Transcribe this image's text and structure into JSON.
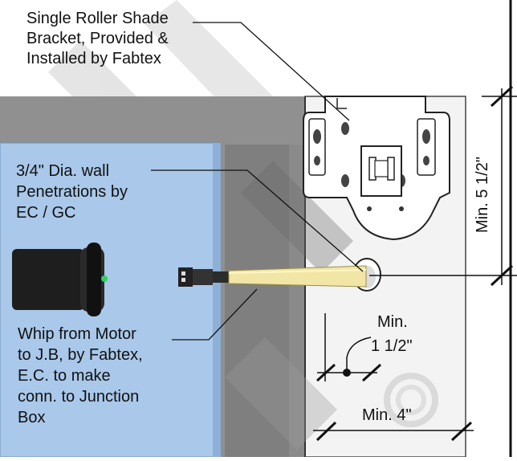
{
  "callouts": {
    "bracket": [
      "Single Roller Shade",
      "Bracket, Provided &",
      "Installed by Fabtex"
    ],
    "penetration": [
      "3/4\" Dia. wall",
      "Penetrations by",
      "EC / GC"
    ],
    "whip": [
      "Whip from Motor",
      "to J.B, by Fabtex,",
      "E.C. to make",
      "conn. to Junction",
      "Box"
    ]
  },
  "dimensions": {
    "vertical": "Min. 5 1/2\"",
    "offset_line1": "Min.",
    "offset_line2": "1 1/2\"",
    "horizontal": "Min. 4\""
  },
  "colors": {
    "window_glass": "#a9c8ea",
    "frame_gray": "#8a8a8a",
    "wall_face": "#f3f3f3",
    "whip_cable": "#f2e6a6",
    "motor_accent": "#2fd060"
  },
  "icons": {
    "watermark": "brand-watermark-logo",
    "motor": "roller-shade-motor-icon",
    "bracket": "roller-shade-bracket-icon"
  }
}
